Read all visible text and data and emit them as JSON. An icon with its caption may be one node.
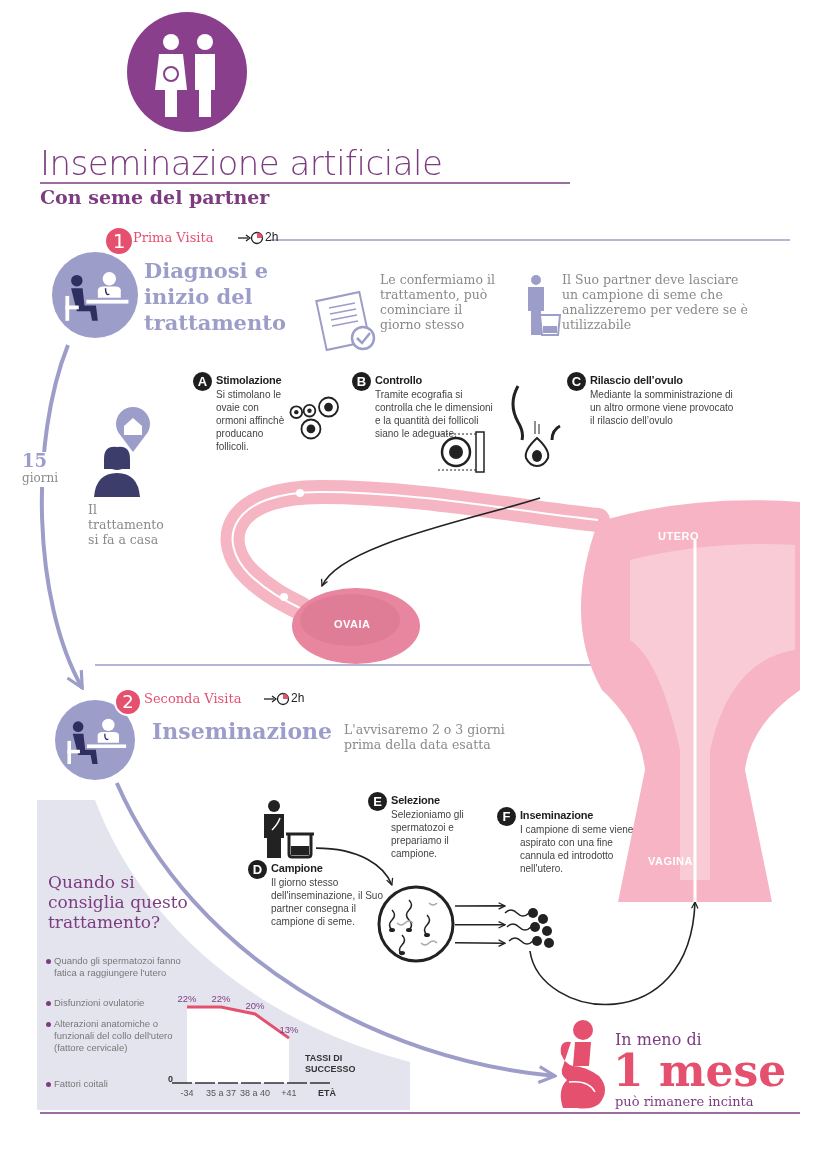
{
  "diagram": {
    "title": "Inseminazione artificiale",
    "nodes": [
      {
        "text": [
          "1",
          "Prima Visita",
          "2h",
          "Diagnosi e inizio del trattamento"
        ]
      },
      {
        "text": [
          "A",
          "Stimolazione",
          "Si stimolano le ovaie con ormoni affinchè producano follicoli."
        ]
      },
      {
        "text": [
          "B",
          "Controllo",
          "Tramite ecografia si controlla che le dimensioni e la quantità dei follicoli siano le adeguate."
        ]
      },
      {
        "text": [
          "C",
          "Rilascio dell’ovulo",
          "Mediante la somministrazione di un altro ormone viene provocato il rilascio dell’ovulo"
        ]
      },
      {
        "text": [
          "OVAIA"
        ]
      },
      {
        "text": [
          "UTERO",
          "VAGINA"
        ]
      },
      {
        "text": [
          "2",
          "Seconda Visita",
          "2h",
          "Inseminazione"
        ],
        "beside": [
          "L'avvisaremo 2 o 3 giorni prima della data esatta"
        ]
      },
      {
        "text": [],
        "shape": "picture"
      },
      {
        "text": [
          "E",
          "Selezione",
          "Selezioniamo gli spermatozoi e prepariamo il campione."
        ]
      },
      {
        "text": [
          "F",
          "Inseminazione",
          "I campione di seme viene aspirato con una fine cannula ed introdotto nell'utero."
        ]
      },
      {
        "text": [
          "D",
          "Campione",
          "Il giorno stesso dell'inseminazione, il Suo partner consegna il campione di seme."
        ]
      },
      {
        "text": [],
        "shape": "picture"
      },
      {
        "text": [],
        "shape": "picture"
      },
      {
        "text": [
          "In meno di",
          "1 mese",
          "può rimanere incinta"
        ]
      }
    ],
    "edges": [
      {
        "from": 0,
        "to": 6,
        "arrow": "to",
        "label": "**15** giorni",
        "style": "thick",
        "color": "#9d9dc9"
      },
      {
        "from": 3,
        "to": 4,
        "arrow": "to"
      },
      {
        "from": 7,
        "to": 11,
        "arrow": "to"
      },
      {
        "from": 11,
        "to": 12,
        "arrow": "to"
      },
      {
        "from": 11,
        "to": 12,
        "arrow": "to"
      },
      {
        "from": 11,
        "to": 12,
        "arrow": "to"
      },
      {
        "from": 12,
        "to": 5,
        "arrow": "to"
      },
      {
        "from": 6,
        "to": 13,
        "arrow": "to",
        "style": "thick",
        "color": "#9d9dc9"
      }
    ],
    "labels": [
      "Con seme del partner",
      "Le confermiamo il trattamento, può cominciare il giorno stesso",
      "Il Suo partner deve lasciare un campione di seme che analizzeremo per vedere se è utilizzabile",
      "Il trattamento si fa a casa",
      "Quando si consiglia questo trattamento?",
      "Quando gli spermatozoi fanno fatica a raggiungere l'utero",
      "Disfunzioni ovulatorie",
      "Alterazioni anatomiche o funzionali del collo dell'utero (fattore cervicale)",
      "Fattori coitali",
      "0"
    ],
    "chart_data": {
      "type": "line",
      "categories": [
        "-34",
        "35 a 37",
        "38 a 40",
        "+41"
      ],
      "values": [
        22,
        22,
        20,
        13
      ],
      "xlabel": "ETÀ",
      "ylabel": "TASSI DI SUCCESSO",
      "value_labels": [
        "22%",
        "22%",
        "20%",
        "13%"
      ]
    }
  }
}
